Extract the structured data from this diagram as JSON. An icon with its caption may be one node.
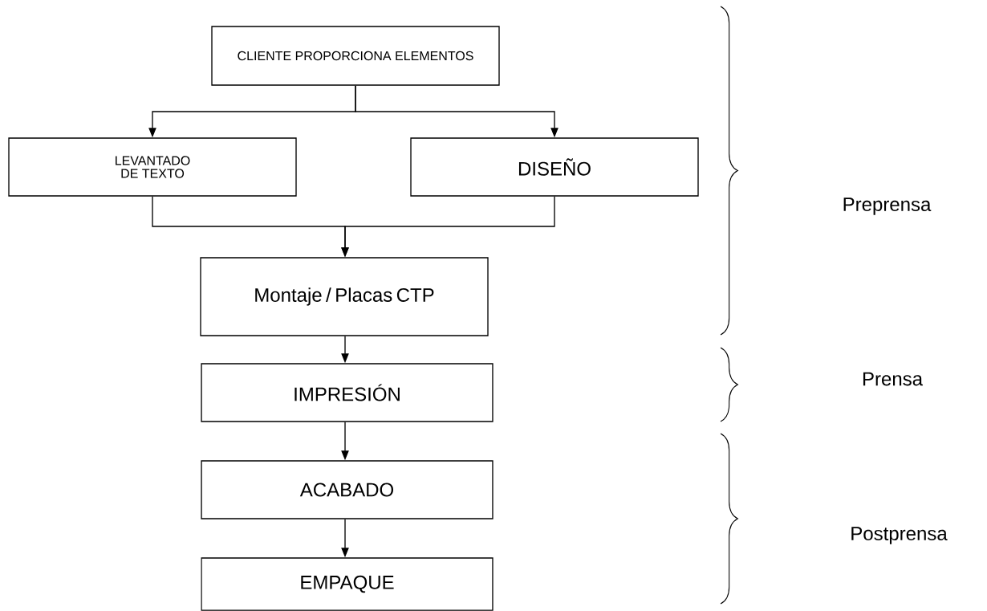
{
  "diagram": {
    "nodes": [
      {
        "text": [
          "CLIENTE PROPORCIONA ELEMENTOS"
        ]
      },
      {
        "text": [
          "LEVANTADO DE TEXTO"
        ]
      },
      {
        "text": [
          "DISEÑO"
        ]
      },
      {
        "text": [
          "Montaje / Placas CTP"
        ]
      },
      {
        "text": [
          "IMPRESIÓN"
        ]
      },
      {
        "text": [
          "ACABADO"
        ]
      },
      {
        "text": [
          "EMPAQUE"
        ]
      }
    ],
    "edges": [
      {
        "from": 0,
        "to": 1,
        "arrow": "to"
      },
      {
        "from": 0,
        "to": 2,
        "arrow": "to"
      },
      {
        "from": 1,
        "to": 3,
        "arrow": "to"
      },
      {
        "from": 2,
        "to": 3,
        "arrow": "to"
      },
      {
        "from": 3,
        "to": 4,
        "arrow": "to"
      },
      {
        "from": 4,
        "to": 5,
        "arrow": "to"
      },
      {
        "from": 5,
        "to": 6,
        "arrow": "to"
      }
    ],
    "labels": [
      "Preprensa",
      "Prensa",
      "Postprensa"
    ]
  }
}
